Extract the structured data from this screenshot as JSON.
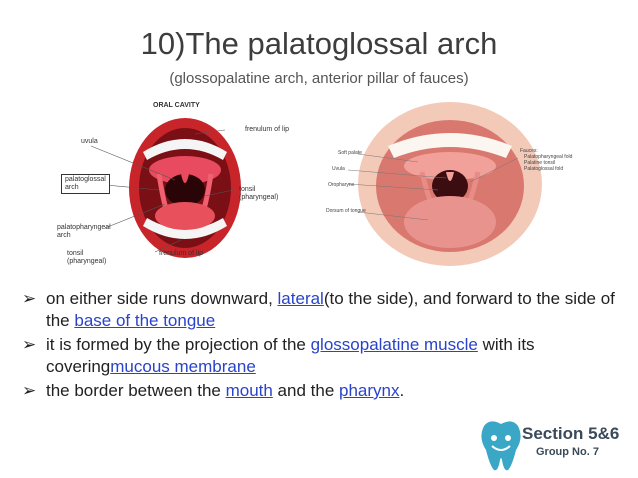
{
  "slide": {
    "title": "10)The palatoglossal arch",
    "subtitle": "(glossopalatine arch, anterior pillar of fauces)"
  },
  "figure_left": {
    "heading": "ORAL CAVITY",
    "labels": {
      "uvula": "uvula",
      "frenulum_top": "frenulum of lip",
      "palatoglossal": "palatoglossal\narch",
      "tonsil_right": "tonsil\n(pharyngeal)",
      "palatopharyngeal": "palatopharyngeal\narch",
      "tonsil_left": "tonsil\n(pharyngeal)",
      "frenulum_bottom": "frenulum of lip"
    }
  },
  "figure_right": {
    "labels": {
      "soft_palate": "Soft palate",
      "uvula": "Uvula",
      "oropharynx": "Oropharynx",
      "dorsum": "Dorsum of tongue",
      "fauces": "Fauces:",
      "palatopharyngeal_fold": "Palatopharyngeal fold",
      "palatine_tonsil": "Palatine tonsil",
      "palatoglossal_fold": "Palatoglossal fold"
    }
  },
  "bullets": [
    {
      "parts": [
        "on either side runs downward, ",
        "lateral",
        "(to the side), and forward to the side of the ",
        "base of the tongue",
        ""
      ]
    },
    {
      "parts": [
        " it is formed by the projection of the ",
        "glossopalatine muscle",
        " with its covering",
        "mucous membrane",
        ""
      ]
    },
    {
      "parts": [
        "the border between the ",
        "mouth",
        " and the ",
        "pharynx",
        "."
      ]
    }
  ],
  "logo": {
    "line1": "Section 5&6",
    "line2": "Group No. 7"
  },
  "colors": {
    "link": "#2a43c9",
    "title": "#3d3d3d",
    "logo_teal": "#3aa7c7"
  }
}
